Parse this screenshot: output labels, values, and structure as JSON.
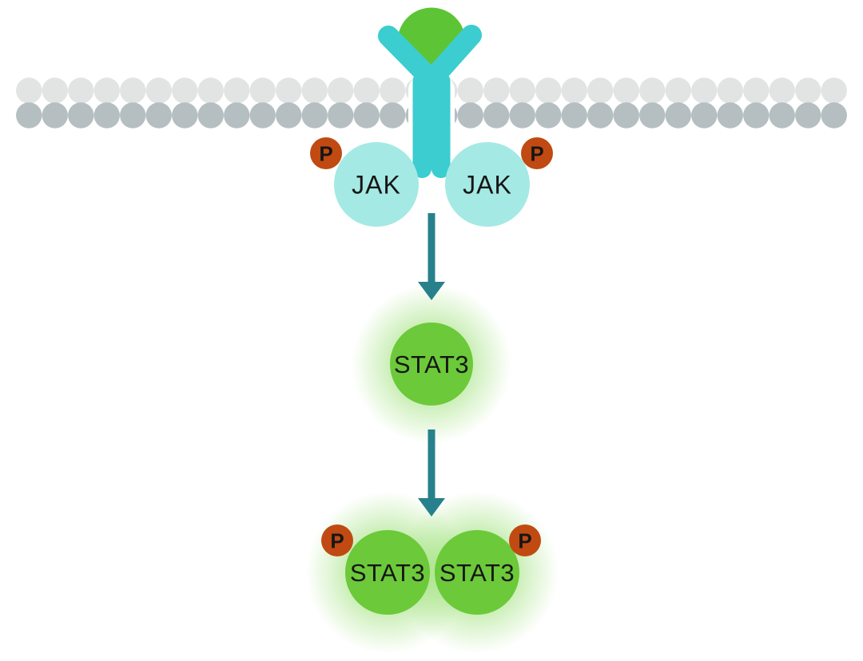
{
  "nodes": {
    "jak_left": {
      "label": "JAK",
      "phospho": "P"
    },
    "jak_right": {
      "label": "JAK",
      "phospho": "P"
    },
    "stat3": {
      "label": "STAT3"
    },
    "stat3_dimer_left": {
      "label": "STAT3",
      "phospho": "P"
    },
    "stat3_dimer_right": {
      "label": "STAT3",
      "phospho": "P"
    }
  },
  "colors": {
    "background": "#FFFFFF",
    "membrane_outer": "#E2E3E3",
    "membrane_inner": "#B5BFC2",
    "receptor": "#3BCDCF",
    "ligand": "#5DC535",
    "jak_fill": "#A5E9E4",
    "stat3_fill": "#6CC93A",
    "glow": "#7FD74F",
    "phospho_fill": "#C04A12",
    "phospho_text": "#FFFFFF",
    "arrow": "#28808C",
    "label_text": "#161616"
  }
}
